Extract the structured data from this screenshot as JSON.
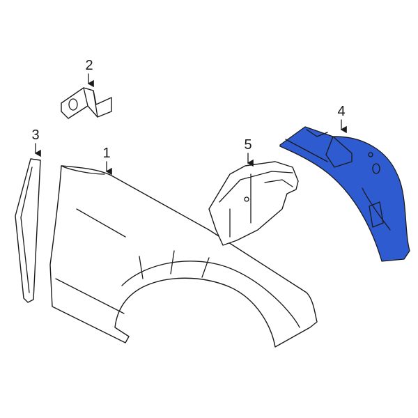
{
  "diagram": {
    "highlight_color": "#2f5bd0",
    "callouts": [
      {
        "label": "1",
        "part": "fender"
      },
      {
        "label": "2",
        "part": "bracket"
      },
      {
        "label": "3",
        "part": "seal-strip"
      },
      {
        "label": "4",
        "part": "fender-liner"
      },
      {
        "label": "5",
        "part": "splash-shield"
      }
    ]
  }
}
